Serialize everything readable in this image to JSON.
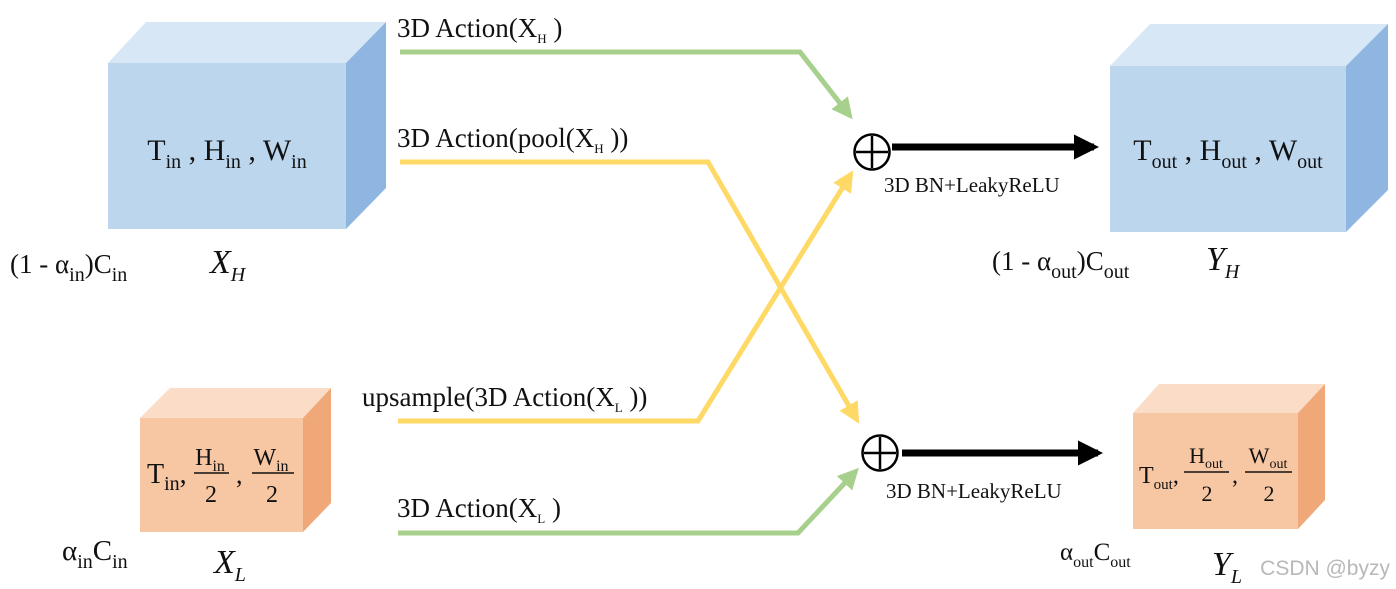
{
  "colors": {
    "cube_blue_front": "#bcd6ee",
    "cube_blue_top": "#d7e7f6",
    "cube_blue_side": "#8fb6e0",
    "cube_orange_front": "#f7c6a3",
    "cube_orange_top": "#fbdcc6",
    "cube_orange_side": "#f0a878",
    "arrow_green": "#a7d08c",
    "arrow_yellow": "#ffd966",
    "arrow_black": "#000000"
  },
  "cubes": {
    "input_high": {
      "dims": "T_in , H_in , W_in",
      "channels": "(1 - α_in) C_in",
      "var": "X_H"
    },
    "input_low": {
      "dims": "T_in , H_in/2 , W_in/2",
      "channels": "α_in C_in",
      "var": "X_L"
    },
    "output_high": {
      "dims": "T_out , H_out , W_out",
      "channels": "(1 - α_out) C_out",
      "var": "Y_H"
    },
    "output_low": {
      "dims": "T_out , H_out/2 , W_out/2",
      "channels": "α_out C_out",
      "var": "Y_L"
    }
  },
  "paths": {
    "high_to_high": "3D Action(X_H )",
    "high_to_low": "3D Action(pool(X_H ))",
    "low_to_high": "upsample(3D Action(X_L ))",
    "low_to_low": "3D Action(X_L )"
  },
  "operators": {
    "sum_symbol": "⊕",
    "post_op_label": "3D BN+LeakyReLU"
  },
  "watermark": "CSDN @byzy"
}
